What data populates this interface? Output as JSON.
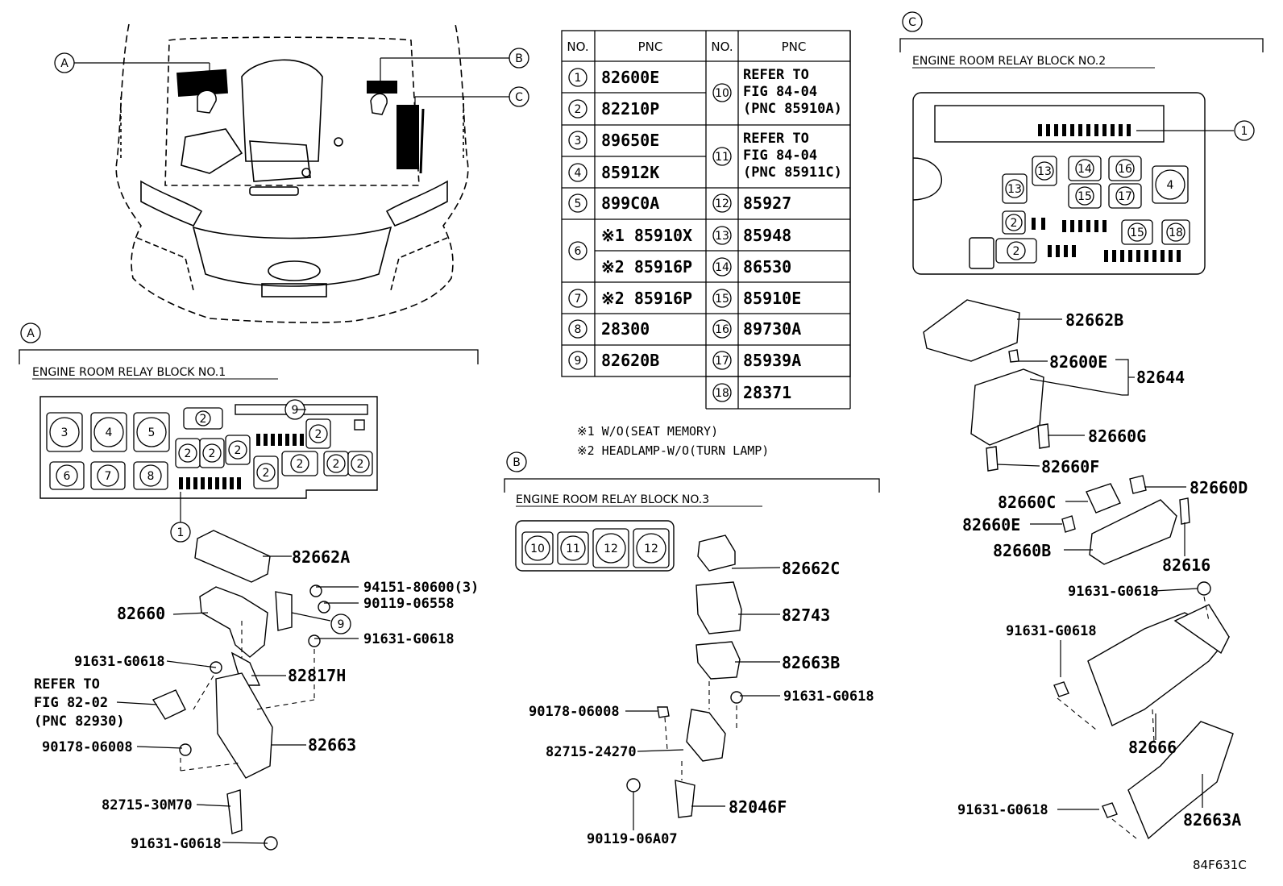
{
  "sections": {
    "A": {
      "letter": "A",
      "title": "ENGINE ROOM RELAY BLOCK NO.1"
    },
    "B": {
      "letter": "B",
      "title": "ENGINE ROOM RELAY BLOCK NO.3"
    },
    "C": {
      "letter": "C",
      "title": "ENGINE ROOM RELAY BLOCK NO.2"
    }
  },
  "table": {
    "headers": {
      "no": "NO.",
      "pnc": "PNC"
    },
    "left": [
      {
        "no": "1",
        "pnc": "82600E"
      },
      {
        "no": "2",
        "pnc": "82210P"
      },
      {
        "no": "3",
        "pnc": "89650E"
      },
      {
        "no": "4",
        "pnc": "85912K"
      },
      {
        "no": "5",
        "pnc": "899C0A"
      },
      {
        "no": "6",
        "pnc": "※1 85910X",
        "pnc2": "※2 85916P"
      },
      {
        "no": "7",
        "pnc": "※2 85916P"
      },
      {
        "no": "8",
        "pnc": "28300"
      },
      {
        "no": "9",
        "pnc": "82620B"
      }
    ],
    "right": [
      {
        "no": "10",
        "pnc": [
          "REFER TO",
          "FIG 84-04",
          "(PNC 85910A)"
        ]
      },
      {
        "no": "11",
        "pnc": [
          "REFER TO",
          "FIG 84-04",
          "(PNC 85911C)"
        ]
      },
      {
        "no": "12",
        "pnc": "85927"
      },
      {
        "no": "13",
        "pnc": "85948"
      },
      {
        "no": "14",
        "pnc": "86530"
      },
      {
        "no": "15",
        "pnc": "85910E"
      },
      {
        "no": "16",
        "pnc": "89730A"
      },
      {
        "no": "17",
        "pnc": "85939A"
      },
      {
        "no": "18",
        "pnc": "28371"
      }
    ]
  },
  "notes": [
    "※1  W/O(SEAT MEMORY)",
    "※2  HEADLAMP-W/O(TURN LAMP)"
  ],
  "partsA": {
    "p82662A": "82662A",
    "p94151": "94151-80600(3)",
    "p90119": "90119-06558",
    "p91631a": "91631-G0618",
    "p82660": "82660",
    "p82817H": "82817H",
    "p91631b": "91631-G0618",
    "refer1": "REFER TO",
    "refer2": "FIG 82-02",
    "refer3": "(PNC 82930)",
    "p90178": "90178-06008",
    "p82663": "82663",
    "p82715": "82715-30M70",
    "p91631c": "91631-G0618"
  },
  "partsB": {
    "p82662C": "82662C",
    "p82743": "82743",
    "p82663B": "82663B",
    "p91631": "91631-G0618",
    "p90178": "90178-06008",
    "p82715": "82715-24270",
    "p82046F": "82046F",
    "p90119": "90119-06A07"
  },
  "partsC": {
    "p82662B": "82662B",
    "p82600E": "82600E",
    "p82644": "82644",
    "p82660G": "82660G",
    "p82660F": "82660F",
    "p82660D": "82660D",
    "p82660C": "82660C",
    "p82660E": "82660E",
    "p82660B": "82660B",
    "p82616": "82616",
    "p91631a": "91631-G0618",
    "p91631b": "91631-G0618",
    "p82666": "82666",
    "p82663A": "82663A",
    "p91631c": "91631-G0618"
  },
  "figure_code": "84F631C"
}
